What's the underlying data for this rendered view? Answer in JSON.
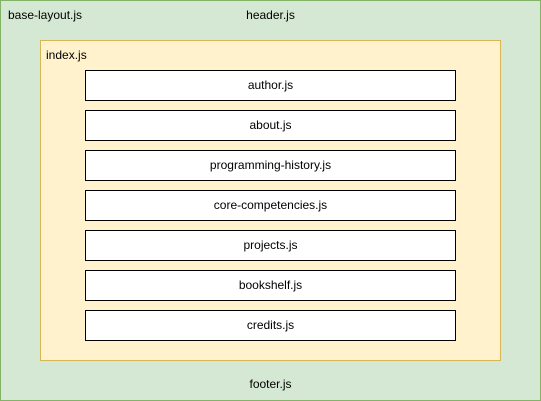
{
  "outer": {
    "label": "base-layout.js",
    "header": "header.js",
    "footer": "footer.js"
  },
  "index": {
    "label": "index.js",
    "components": [
      "author.js",
      "about.js",
      "programming-history.js",
      "core-competencies.js",
      "projects.js",
      "bookshelf.js",
      "credits.js"
    ]
  },
  "colors": {
    "outer_fill": "#d5e8d4",
    "outer_stroke": "#82b366",
    "index_fill": "#fff2cc",
    "index_stroke": "#d6b656",
    "component_fill": "#ffffff",
    "component_stroke": "#000000"
  }
}
